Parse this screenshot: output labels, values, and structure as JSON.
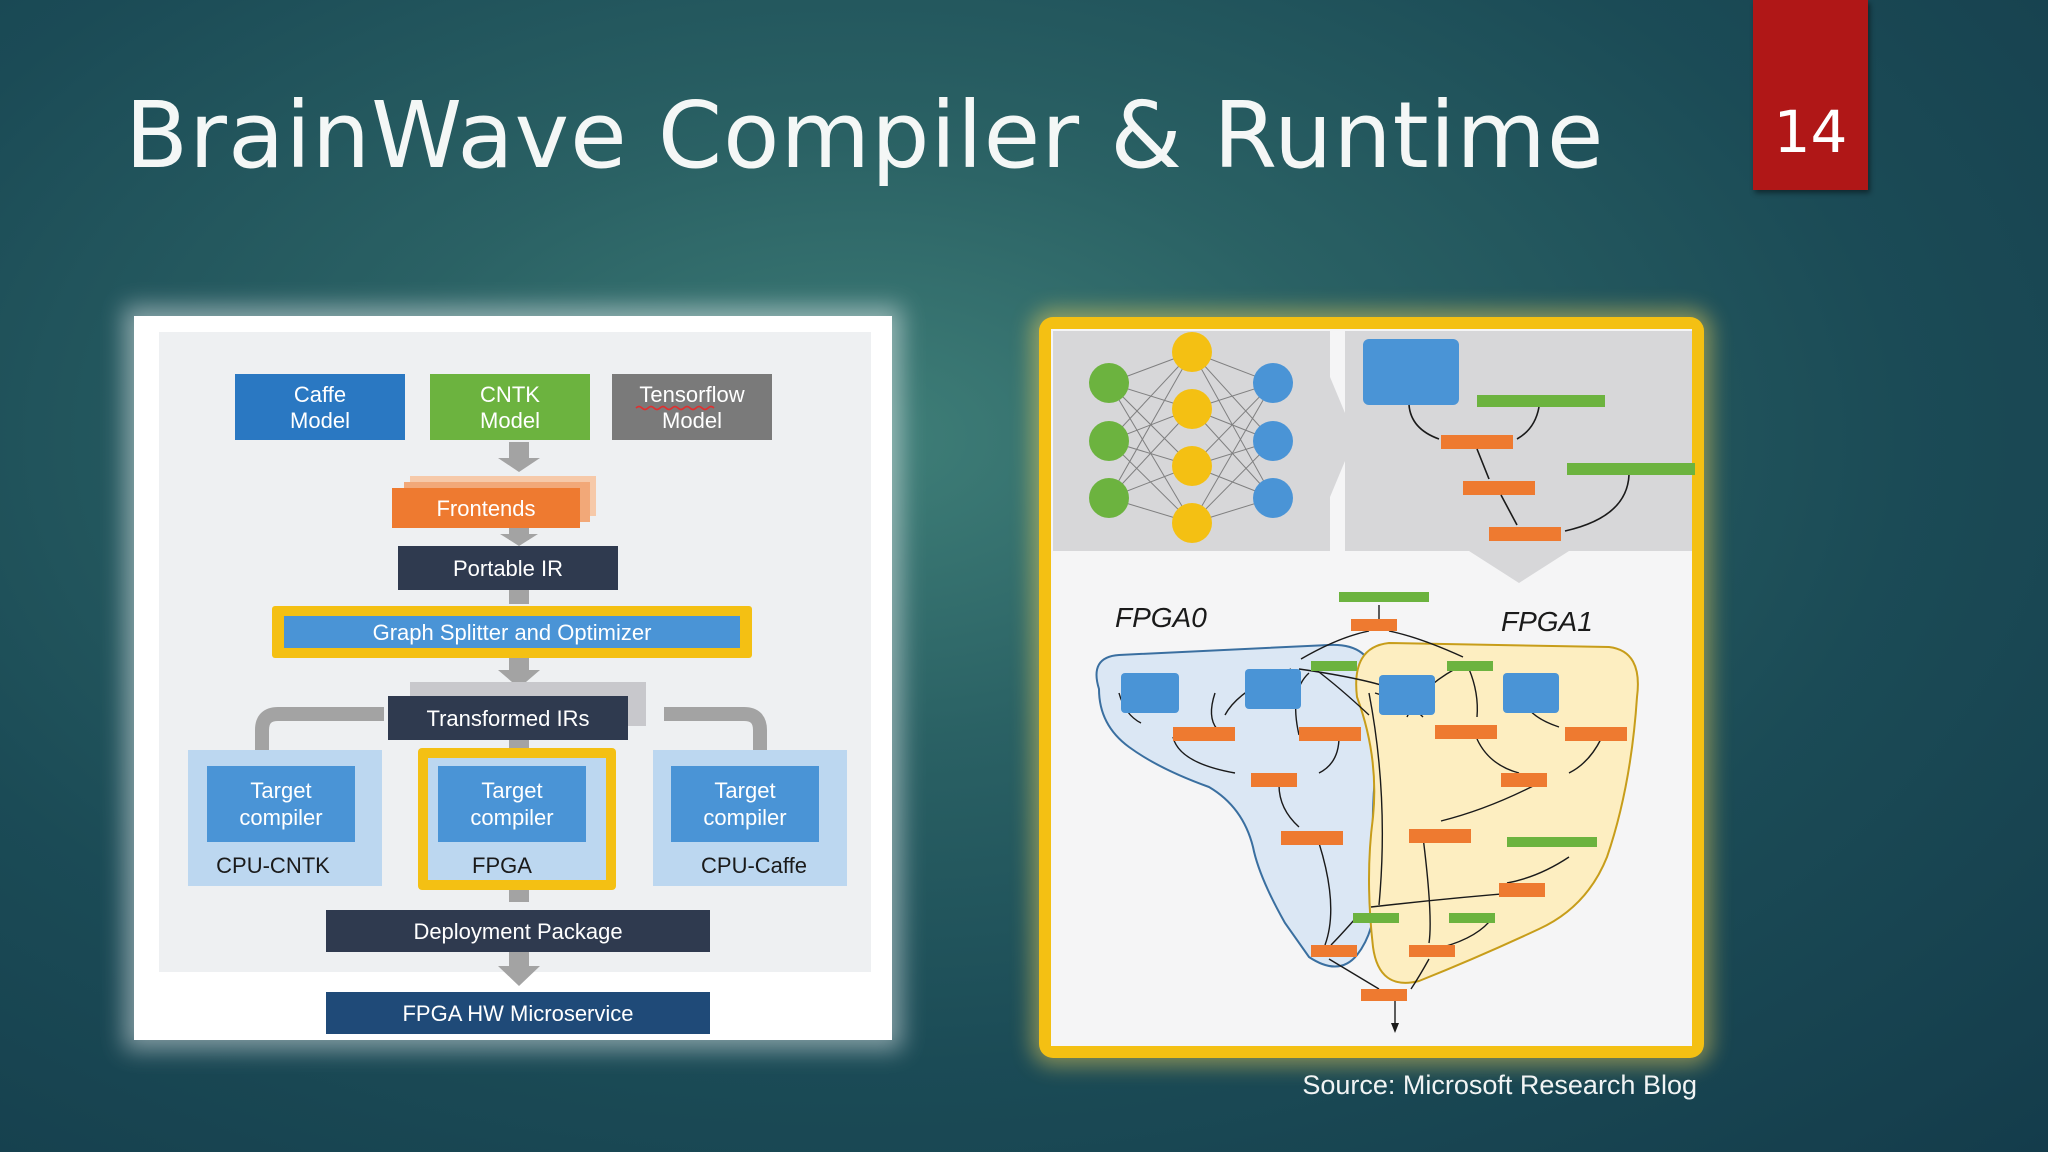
{
  "slide": {
    "title": "BrainWave Compiler & Runtime",
    "page_number": "14",
    "source": "Source: Microsoft Research Blog"
  },
  "flow": {
    "models": {
      "caffe_line1": "Caffe",
      "caffe_line2": "Model",
      "cntk_line1": "CNTK",
      "cntk_line2": "Model",
      "tensorflow_line1": "Tensorflow",
      "tensorflow_line2": "Model"
    },
    "frontends": "Frontends",
    "portable_ir": "Portable IR",
    "graph_splitter": "Graph Splitter and Optimizer",
    "transformed_irs": "Transformed IRs",
    "target_line1": "Target",
    "target_line2": "compiler",
    "cpu_cntk": "CPU-CNTK",
    "fpga": "FPGA",
    "cpu_caffe": "CPU-Caffe",
    "deployment": "Deployment Package",
    "microservice": "FPGA HW Microservice"
  },
  "partition": {
    "fpga0": "FPGA0",
    "fpga1": "FPGA1"
  },
  "colors": {
    "accent_yellow": "#f4c013",
    "flow_blue": "#2a78c2",
    "flow_green": "#6cb33f",
    "flow_gray": "#7a7a7a",
    "flow_orange": "#ee7a30",
    "flow_dark": "#2f3a4f",
    "target_blue": "#4a94d6",
    "target_bg": "#bcd7f0",
    "page_red": "#b01717"
  }
}
